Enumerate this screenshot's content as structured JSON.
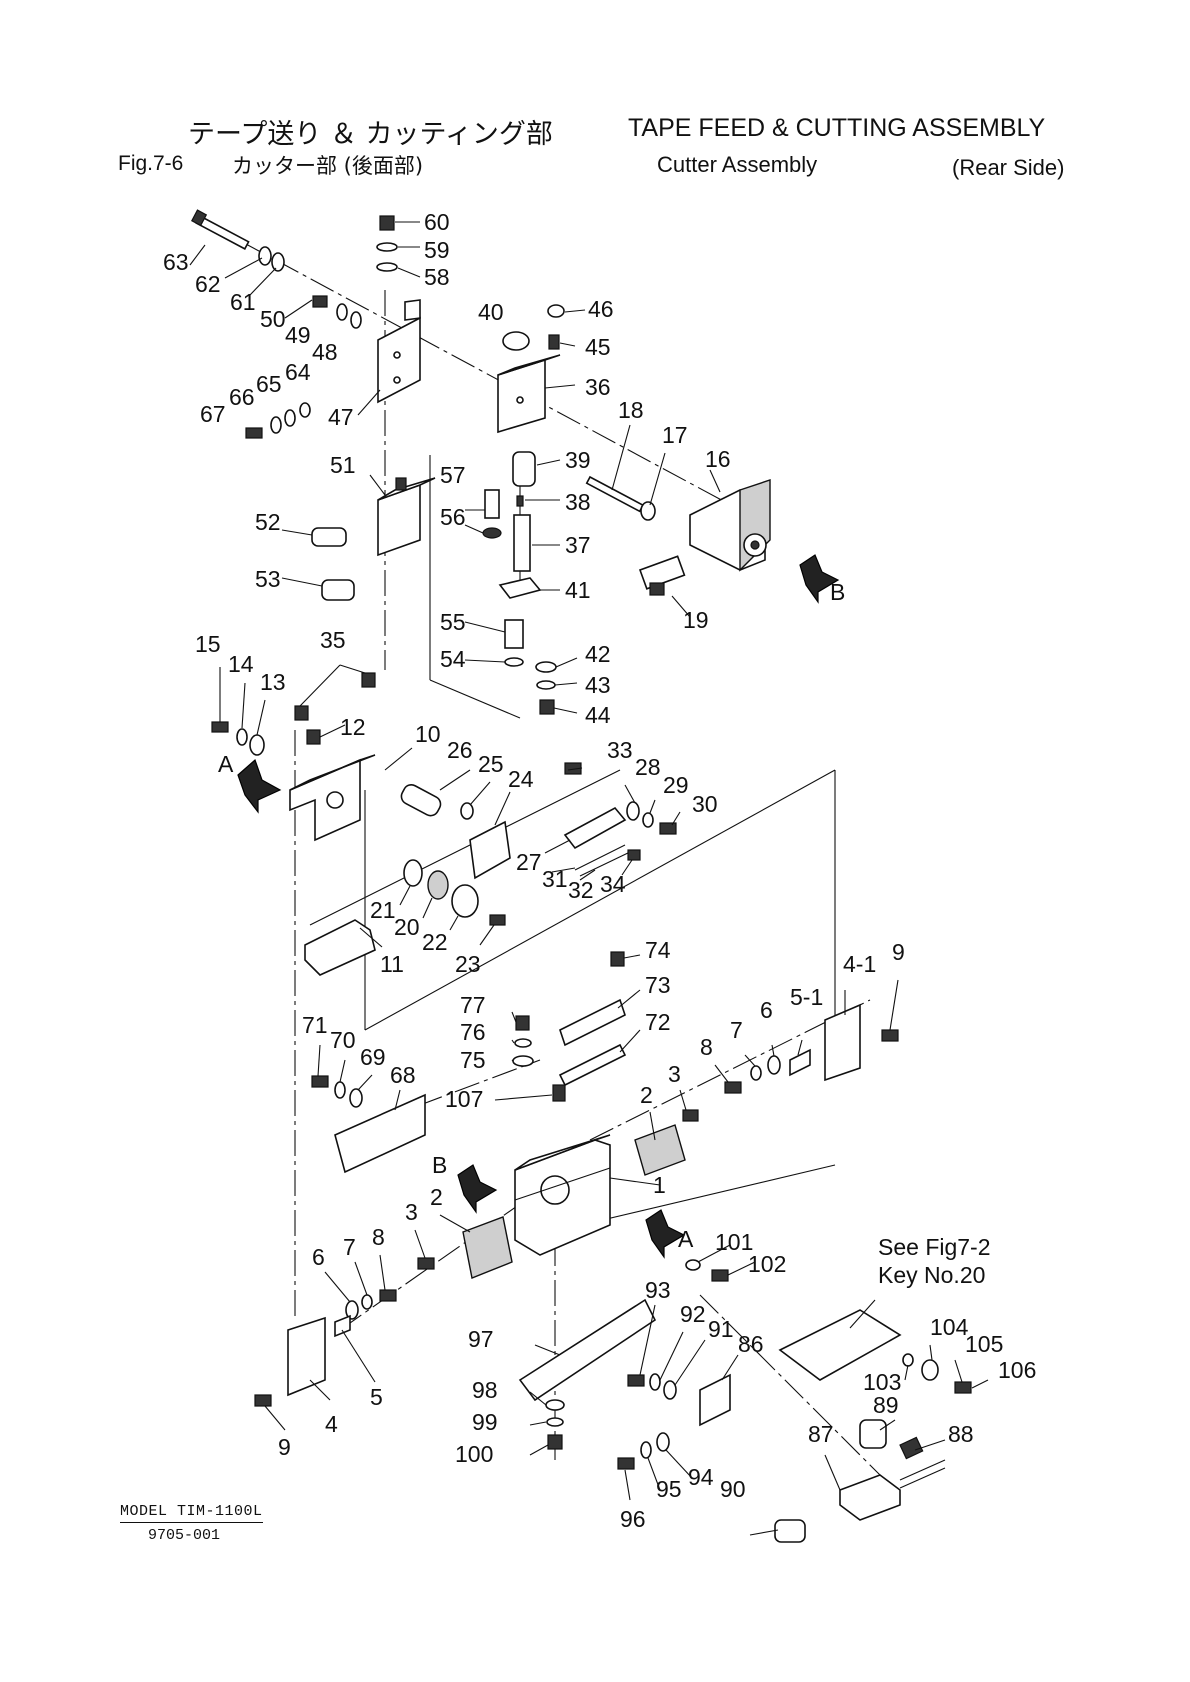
{
  "header": {
    "title_jp": "テープ送り ＆ カッティング部",
    "title_en": "TAPE FEED & CUTTING ASSEMBLY",
    "fig_no": "Fig.7-6",
    "subtitle_jp": "カッター部 (後面部)",
    "subtitle_en": "Cutter Assembly",
    "side": "(Rear Side)"
  },
  "arrows": {
    "A": "A",
    "B": "B"
  },
  "reference": {
    "line1": "See Fig7-2",
    "line2": "Key No.20"
  },
  "part_numbers": {
    "p1": "1",
    "p2": "2",
    "p3": "3",
    "p4": "4",
    "p4_1": "4-1",
    "p5": "5",
    "p5_1": "5-1",
    "p6": "6",
    "p7": "7",
    "p8": "8",
    "p9": "9",
    "p10": "10",
    "p11": "11",
    "p12": "12",
    "p13": "13",
    "p14": "14",
    "p15": "15",
    "p16": "16",
    "p17": "17",
    "p18": "18",
    "p19": "19",
    "p20": "20",
    "p21": "21",
    "p22": "22",
    "p23": "23",
    "p24": "24",
    "p25": "25",
    "p26": "26",
    "p27": "27",
    "p28": "28",
    "p29": "29",
    "p30": "30",
    "p31": "31",
    "p32": "32",
    "p33": "33",
    "p34": "34",
    "p35": "35",
    "p36": "36",
    "p37": "37",
    "p38": "38",
    "p39": "39",
    "p40": "40",
    "p41": "41",
    "p42": "42",
    "p43": "43",
    "p44": "44",
    "p45": "45",
    "p46": "46",
    "p47": "47",
    "p48": "48",
    "p49": "49",
    "p50": "50",
    "p51": "51",
    "p52": "52",
    "p53": "53",
    "p54": "54",
    "p55": "55",
    "p56": "56",
    "p57": "57",
    "p58": "58",
    "p59": "59",
    "p60": "60",
    "p61": "61",
    "p62": "62",
    "p63": "63",
    "p64": "64",
    "p65": "65",
    "p66": "66",
    "p67": "67",
    "p68": "68",
    "p69": "69",
    "p70": "70",
    "p71": "71",
    "p72": "72",
    "p73": "73",
    "p74": "74",
    "p75": "75",
    "p76": "76",
    "p77": "77",
    "p86": "86",
    "p87": "87",
    "p88": "88",
    "p89": "89",
    "p90": "90",
    "p91": "91",
    "p92": "92",
    "p93": "93",
    "p94": "94",
    "p95": "95",
    "p96": "96",
    "p97": "97",
    "p98": "98",
    "p99": "99",
    "p100": "100",
    "p101": "101",
    "p102": "102",
    "p103": "103",
    "p104": "104",
    "p105": "105",
    "p106": "106",
    "p107": "107"
  },
  "footer": {
    "model": "MODEL TIM-1100L",
    "code": "9705-001"
  }
}
